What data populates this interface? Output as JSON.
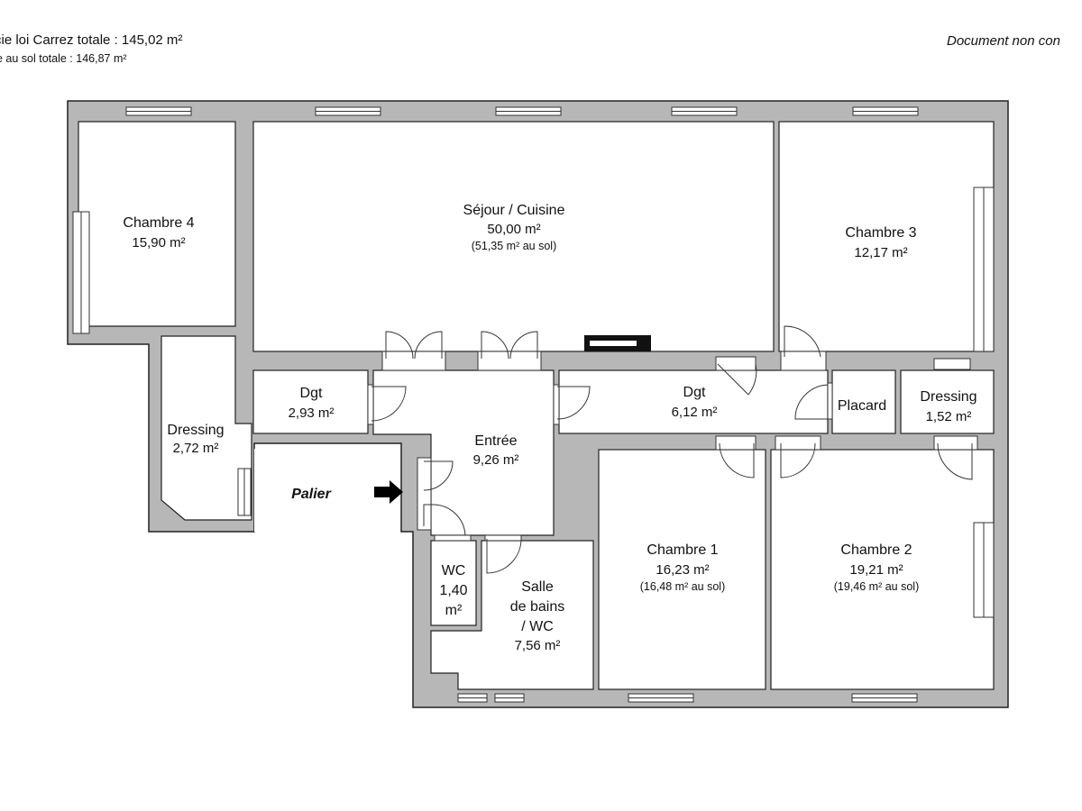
{
  "header": {
    "carrez_line": "cie loi Carrez totale :  145,02 m²",
    "sol_line": "e au sol totale :  146,87 m²",
    "disclaimer": "Document non con"
  },
  "colors": {
    "wall_fill": "#b7b7b7",
    "wall_stroke": "#222222",
    "background": "#ffffff",
    "door_arc": "#333333"
  },
  "rooms": {
    "sejour": {
      "name": "Séjour / Cuisine",
      "area": "50,00 m²",
      "sol": "(51,35 m² au sol)"
    },
    "chambre3": {
      "name": "Chambre 3",
      "area": "12,17 m²"
    },
    "chambre4": {
      "name": "Chambre 4",
      "area": "15,90 m²"
    },
    "dgt1": {
      "name": "Dgt",
      "area": "2,93 m²"
    },
    "dgt2": {
      "name": "Dgt",
      "area": "6,12 m²"
    },
    "placard": {
      "name": "Placard"
    },
    "dressing1": {
      "name": "Dressing",
      "area": "1,52 m²"
    },
    "dressing2": {
      "name": "Dressing",
      "area": "2,72 m²"
    },
    "entree": {
      "name": "Entrée",
      "area": "9,26 m²"
    },
    "palier": {
      "name": "Palier"
    },
    "wc": {
      "line1": "WC",
      "line2": "1,40",
      "line3": "m²"
    },
    "sdb": {
      "line1": "Salle",
      "line2": "de bains",
      "line3": "/ WC",
      "area": "7,56 m²"
    },
    "chambre1": {
      "name": "Chambre 1",
      "area": "16,23 m²",
      "sol": "(16,48 m² au sol)"
    },
    "chambre2": {
      "name": "Chambre 2",
      "area": "19,21 m²",
      "sol": "(19,46 m² au sol)"
    }
  },
  "icons": {
    "entrance": "arrow-right-icon",
    "kitchen": "kitchen-counter-icon",
    "window": "window-icon",
    "door": "door-swing-icon"
  }
}
